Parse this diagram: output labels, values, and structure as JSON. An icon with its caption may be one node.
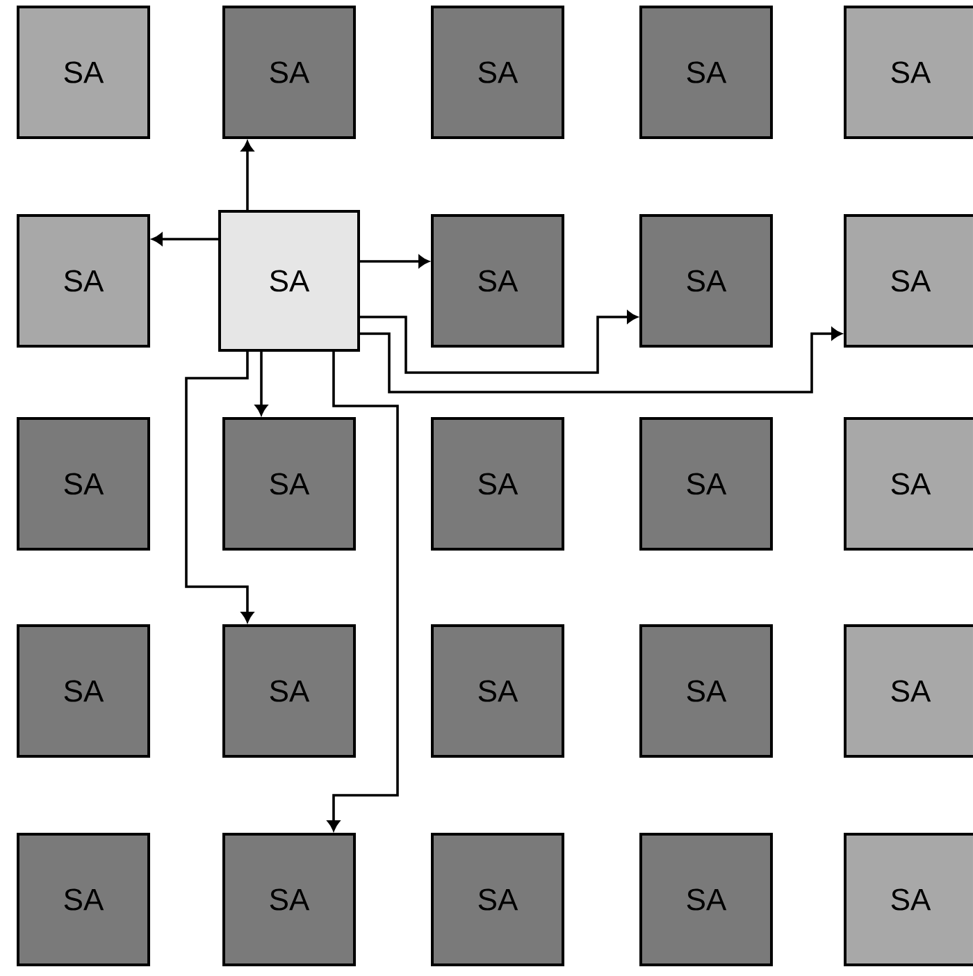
{
  "diagram": {
    "nodes": [
      {
        "text": [
          "SA"
        ]
      },
      {
        "text": [
          "SA"
        ]
      },
      {
        "text": [
          "SA"
        ]
      },
      {
        "text": [
          "SA"
        ]
      },
      {
        "text": [
          "SA"
        ]
      },
      {
        "text": [
          "SA"
        ]
      },
      {
        "text": [
          "SA"
        ]
      },
      {
        "text": [
          "SA"
        ]
      },
      {
        "text": [
          "SA"
        ]
      },
      {
        "text": [
          "SA"
        ]
      },
      {
        "text": [
          "SA"
        ]
      },
      {
        "text": [
          "SA"
        ]
      },
      {
        "text": [
          "SA"
        ]
      },
      {
        "text": [
          "SA"
        ]
      },
      {
        "text": [
          "SA"
        ]
      },
      {
        "text": [
          "SA"
        ]
      },
      {
        "text": [
          "SA"
        ]
      },
      {
        "text": [
          "SA"
        ]
      },
      {
        "text": [
          "SA"
        ]
      },
      {
        "text": [
          "SA"
        ]
      },
      {
        "text": [
          "SA"
        ]
      },
      {
        "text": [
          "SA"
        ]
      },
      {
        "text": [
          "SA"
        ]
      },
      {
        "text": [
          "SA"
        ]
      },
      {
        "text": [
          "SA"
        ]
      }
    ],
    "edges": [
      {
        "from": 6,
        "to": 1,
        "arrow": "to"
      },
      {
        "from": 6,
        "to": 5,
        "arrow": "to"
      },
      {
        "from": 6,
        "to": 7,
        "arrow": "to"
      },
      {
        "from": 6,
        "to": 8,
        "arrow": "to"
      },
      {
        "from": 6,
        "to": 9,
        "arrow": "to"
      },
      {
        "from": 6,
        "to": 11,
        "arrow": "to"
      },
      {
        "from": 6,
        "to": 16,
        "arrow": "to"
      },
      {
        "from": 6,
        "to": 21,
        "arrow": "to"
      }
    ]
  }
}
